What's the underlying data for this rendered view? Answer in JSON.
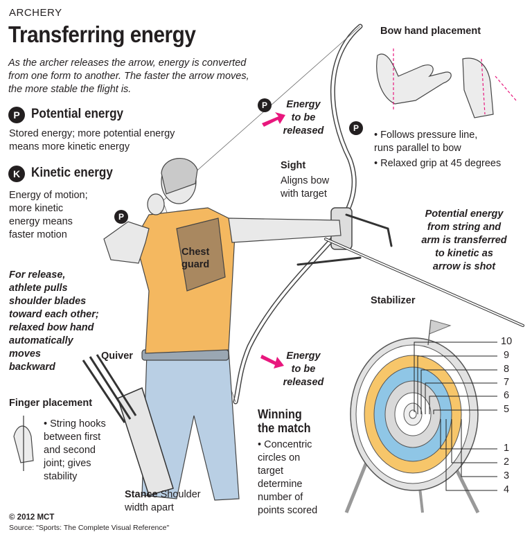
{
  "header": {
    "kicker": "ARCHERY",
    "title": "Transferring energy",
    "intro": "As the archer releases the arrow, energy is converted from one form to another. The faster the arrow moves, the more stable the flight is."
  },
  "potential": {
    "badge": "P",
    "heading": "Potential energy",
    "line1": "Stored energy; more potential energy",
    "line2": "means more kinetic energy"
  },
  "kinetic": {
    "badge": "K",
    "heading": "Kinetic energy",
    "line1": "Energy of motion;",
    "line2": "more kinetic",
    "line3": "energy means",
    "line4": "faster motion"
  },
  "release_note": {
    "line1": "For release,",
    "line2": "athlete pulls",
    "line3": "shoulder blades",
    "line4": "toward each other;",
    "line5": "relaxed bow hand",
    "line6": "automatically",
    "line7": "moves",
    "line8": "backward"
  },
  "energy_released_top": {
    "badge": "P",
    "line1": "Energy",
    "line2": "to be",
    "line3": "released"
  },
  "energy_released_bottom": {
    "line1": "Energy",
    "line2": "to be",
    "line3": "released"
  },
  "bow_hand": {
    "heading": "Bow hand placement",
    "bullet1_line1": "• Follows pressure line,",
    "bullet1_line2": "runs parallel to bow",
    "bullet2": "• Relaxed grip at 45 degrees",
    "badge": "P"
  },
  "sight": {
    "heading": "Sight",
    "line1": "Aligns bow",
    "line2": "with target"
  },
  "transfer_note": {
    "line1": "Potential energy",
    "line2": "from string and",
    "line3": "arm is transferred",
    "line4": "to kinetic as",
    "line5": "arrow is shot"
  },
  "stabilizer": "Stabilizer",
  "chest_guard": {
    "line1": "Chest",
    "line2": "guard"
  },
  "figure_badge": "P",
  "quiver": "Quiver",
  "finger": {
    "heading": "Finger placement",
    "line1": "• String hooks",
    "line2": "between first",
    "line3": "and second",
    "line4": "joint; gives",
    "line5": "stability"
  },
  "stance": {
    "bold": "Stance",
    "line1": "Shoulder",
    "line2": "width apart"
  },
  "winning": {
    "heading1": "Winning",
    "heading2": "the match",
    "line1": "• Concentric",
    "line2": "circles on",
    "line3": "target",
    "line4": "determine",
    "line5": "number of",
    "line6": "points scored"
  },
  "ring_numbers": [
    "10",
    "9",
    "8",
    "7",
    "6",
    "5",
    "1",
    "2",
    "3",
    "4"
  ],
  "footer": {
    "copyright": "© 2012 MCT",
    "source": "Source: \"Sports: The Complete Visual Reference\""
  },
  "colors": {
    "accent_pink": "#e8177d",
    "shirt_orange": "#f4b860",
    "target_gold": "#f7c66a",
    "target_blue": "#8fc6e6",
    "jeans_blue": "#b9cfe4",
    "chest_guard_brown": "#a98860"
  }
}
